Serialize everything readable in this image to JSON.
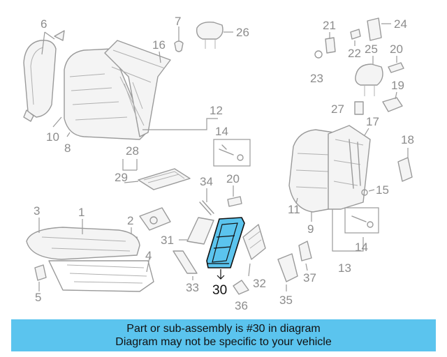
{
  "callouts": {
    "c1": "1",
    "c2": "2",
    "c3": "3",
    "c4": "4",
    "c5": "5",
    "c6": "6",
    "c7": "7",
    "c8": "8",
    "c9": "9",
    "c10": "10",
    "c11": "11",
    "c12": "12",
    "c13": "13",
    "c14a": "14",
    "c14b": "14",
    "c15": "15",
    "c16": "16",
    "c17": "17",
    "c18": "18",
    "c19": "19",
    "c20a": "20",
    "c20b": "20",
    "c21": "21",
    "c22": "22",
    "c23": "23",
    "c24": "24",
    "c25": "25",
    "c26": "26",
    "c27": "27",
    "c28": "28",
    "c29": "29",
    "c30": "30",
    "c31": "31",
    "c32": "32",
    "c33": "33",
    "c34": "34",
    "c35": "35",
    "c36": "36",
    "c37": "37"
  },
  "highlighted_part": "30",
  "banner": {
    "line1": "Part or sub-assembly is #30 in diagram",
    "line2": "Diagram may not be specific to your vehicle"
  },
  "colors": {
    "highlight": "#5bc4ee",
    "line_art": "#9a9a9a",
    "callout_text": "#8c8c8c"
  }
}
